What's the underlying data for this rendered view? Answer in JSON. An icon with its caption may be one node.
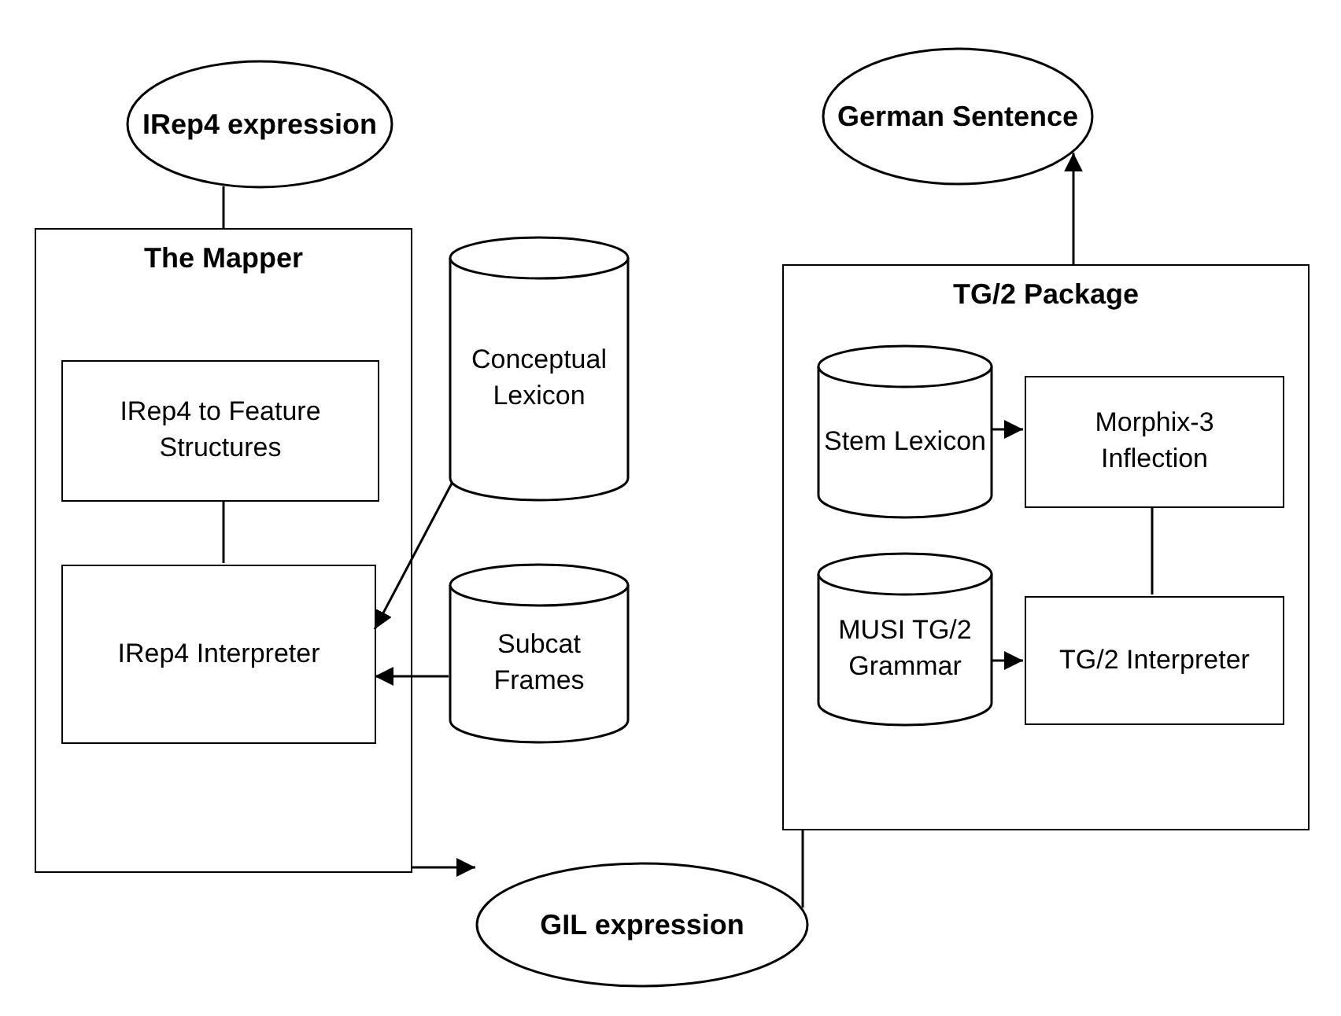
{
  "diagram": {
    "nodes": [
      {
        "text": [
          "IRep4 expression"
        ]
      },
      {
        "text": [
          "The Mapper"
        ]
      },
      {
        "text": [
          "IRep4 to Feature Structures"
        ],
        "in": 1
      },
      {
        "text": [
          "IRep4 Interpreter"
        ],
        "in": 1
      },
      {
        "text": [
          "Conceptual Lexicon"
        ]
      },
      {
        "text": [
          "Subcat Frames"
        ]
      },
      {
        "text": [
          "German Sentence"
        ]
      },
      {
        "text": [
          "TG/2 Package"
        ]
      },
      {
        "text": [
          "Stem Lexicon"
        ],
        "in": 7
      },
      {
        "text": [
          "Morphix-3 Inflection"
        ],
        "in": 7
      },
      {
        "text": [
          "MUSI TG/2 Grammar"
        ],
        "in": 7
      },
      {
        "text": [
          "TG/2 Interpreter"
        ],
        "in": 7
      },
      {
        "text": [
          "GIL expression"
        ]
      }
    ],
    "edges": [
      {
        "from": 0,
        "to": 1,
        "arrow": "none"
      },
      {
        "from": 2,
        "to": 3,
        "arrow": "none"
      },
      {
        "from": 4,
        "to": 3,
        "arrow": "to"
      },
      {
        "from": 5,
        "to": 3,
        "arrow": "to"
      },
      {
        "from": 1,
        "to": 12,
        "arrow": "to"
      },
      {
        "from": 7,
        "to": 12,
        "arrow": "none"
      },
      {
        "from": 7,
        "to": 6,
        "arrow": "to"
      },
      {
        "from": 8,
        "to": 9,
        "arrow": "to"
      },
      {
        "from": 10,
        "to": 11,
        "arrow": "to"
      },
      {
        "from": 9,
        "to": 11,
        "arrow": "none"
      }
    ]
  }
}
